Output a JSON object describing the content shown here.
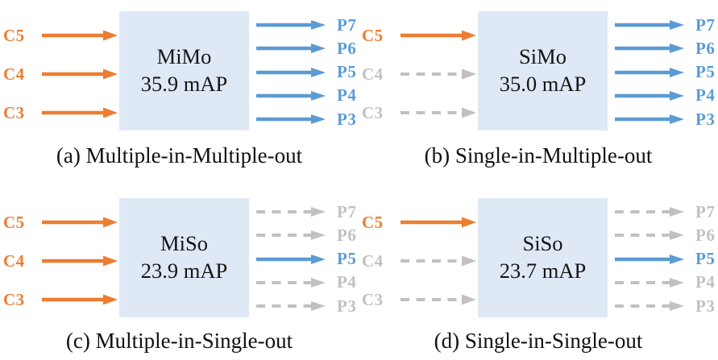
{
  "colors": {
    "input_active": "#ED7D31",
    "output_active": "#5B9BD5",
    "inactive": "#C1C1C1",
    "box_fill": "#DEE9F5"
  },
  "panels": [
    {
      "caption": "(a) Multiple-in-Multiple-out",
      "box_name": "MiMo",
      "box_metric": "35.9 mAP",
      "inputs": [
        {
          "label": "C5",
          "state": "active"
        },
        {
          "label": "C4",
          "state": "active"
        },
        {
          "label": "C3",
          "state": "active"
        }
      ],
      "outputs": [
        {
          "label": "P7",
          "state": "active"
        },
        {
          "label": "P6",
          "state": "active"
        },
        {
          "label": "P5",
          "state": "active"
        },
        {
          "label": "P4",
          "state": "active"
        },
        {
          "label": "P3",
          "state": "active"
        }
      ]
    },
    {
      "caption": "(b) Single-in-Multiple-out",
      "box_name": "SiMo",
      "box_metric": "35.0 mAP",
      "inputs": [
        {
          "label": "C5",
          "state": "active"
        },
        {
          "label": "C4",
          "state": "inactive"
        },
        {
          "label": "C3",
          "state": "inactive"
        }
      ],
      "outputs": [
        {
          "label": "P7",
          "state": "active"
        },
        {
          "label": "P6",
          "state": "active"
        },
        {
          "label": "P5",
          "state": "active"
        },
        {
          "label": "P4",
          "state": "active"
        },
        {
          "label": "P3",
          "state": "active"
        }
      ]
    },
    {
      "caption": "(c) Multiple-in-Single-out",
      "box_name": "MiSo",
      "box_metric": "23.9 mAP",
      "inputs": [
        {
          "label": "C5",
          "state": "active"
        },
        {
          "label": "C4",
          "state": "active"
        },
        {
          "label": "C3",
          "state": "active"
        }
      ],
      "outputs": [
        {
          "label": "P7",
          "state": "inactive"
        },
        {
          "label": "P6",
          "state": "inactive"
        },
        {
          "label": "P5",
          "state": "active"
        },
        {
          "label": "P4",
          "state": "inactive"
        },
        {
          "label": "P3",
          "state": "inactive"
        }
      ]
    },
    {
      "caption": "(d) Single-in-Single-out",
      "box_name": "SiSo",
      "box_metric": "23.7 mAP",
      "inputs": [
        {
          "label": "C5",
          "state": "active"
        },
        {
          "label": "C4",
          "state": "inactive"
        },
        {
          "label": "C3",
          "state": "inactive"
        }
      ],
      "outputs": [
        {
          "label": "P7",
          "state": "inactive"
        },
        {
          "label": "P6",
          "state": "inactive"
        },
        {
          "label": "P5",
          "state": "active"
        },
        {
          "label": "P4",
          "state": "inactive"
        },
        {
          "label": "P3",
          "state": "inactive"
        }
      ]
    }
  ]
}
